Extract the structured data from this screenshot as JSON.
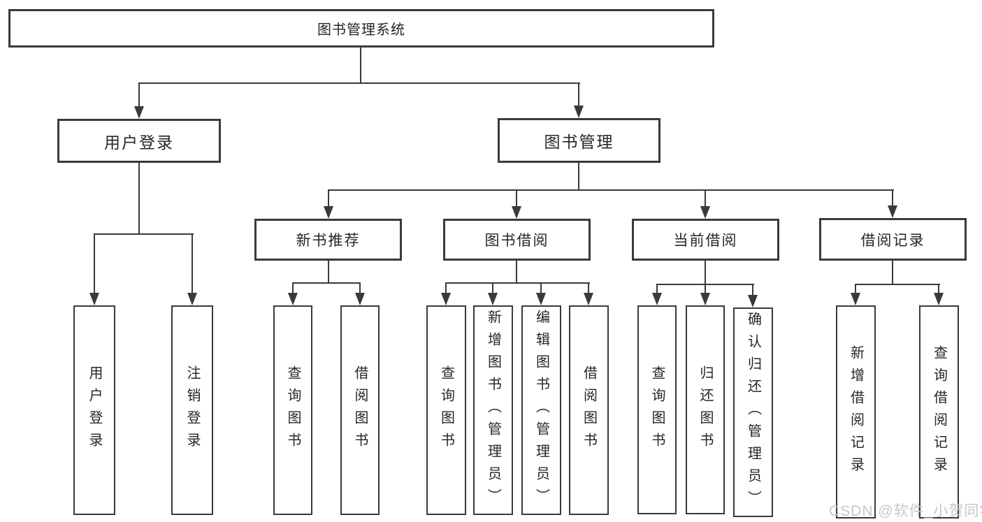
{
  "diagram": {
    "type": "tree",
    "root": {
      "label": "图书管理系统"
    },
    "branches": [
      {
        "label": "用户登录",
        "leaves": [
          "用户登录",
          "注销登录"
        ]
      },
      {
        "label": "图书管理",
        "children": [
          {
            "label": "新书推荐",
            "leaves": [
              "查询图书",
              "借阅图书"
            ]
          },
          {
            "label": "图书借阅",
            "leaves": [
              "查询图书",
              "新增图书（管理员）",
              "编辑图书（管理员）",
              "借阅图书"
            ]
          },
          {
            "label": "当前借阅",
            "leaves": [
              "查询图书",
              "归还图书",
              "确认归还（管理员）"
            ]
          },
          {
            "label": "借阅记录",
            "leaves": [
              "新增借阅记录",
              "查询借阅记录"
            ]
          }
        ]
      }
    ]
  },
  "watermark": {
    "text": "CSDN @软件_小贺同学"
  },
  "colors": {
    "line": "#3a3a3a",
    "text": "#262626",
    "background": "#ffffff",
    "watermark": "#c5c7cb"
  }
}
